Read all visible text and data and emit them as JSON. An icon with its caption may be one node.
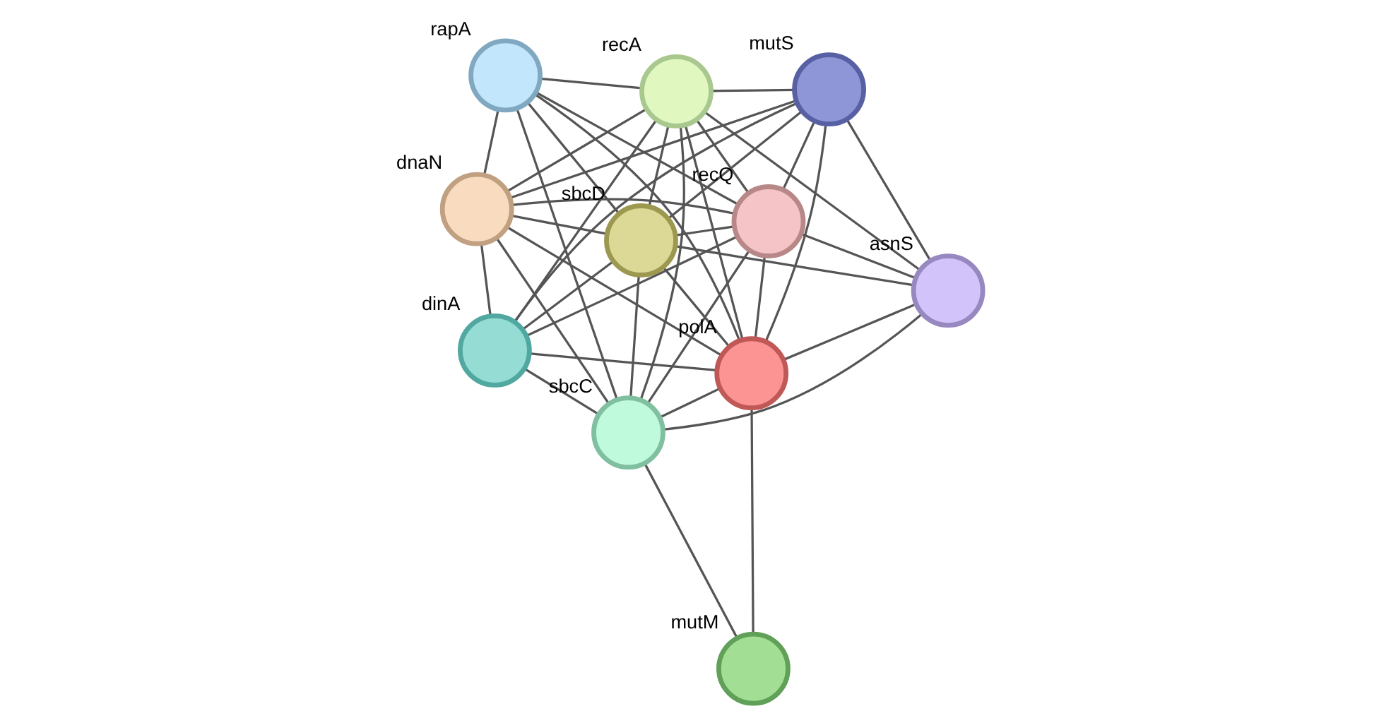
{
  "diagram": {
    "nodes": [
      {
        "text": [],
        "shape": "circle",
        "beside": [
          "dnaN"
        ]
      },
      {
        "text": [],
        "shape": "circle",
        "beside": [
          "mutS"
        ]
      },
      {
        "text": [],
        "shape": "circle",
        "beside": [
          "dinA"
        ]
      },
      {
        "text": [],
        "shape": "circle",
        "beside": [
          "rapA"
        ]
      },
      {
        "text": [],
        "shape": "circle",
        "beside": [
          "recA"
        ]
      },
      {
        "text": [],
        "shape": "circle",
        "beside": [
          "recQ"
        ]
      },
      {
        "text": [],
        "shape": "circle",
        "beside": [
          "sbcD"
        ]
      },
      {
        "text": [],
        "shape": "circle",
        "beside": [
          "polA"
        ]
      },
      {
        "text": [],
        "shape": "circle",
        "beside": [
          "sbcC"
        ]
      },
      {
        "text": [],
        "shape": "circle",
        "beside": [
          "asnS"
        ]
      },
      {
        "text": [],
        "shape": "circle",
        "beside": [
          "mutM"
        ]
      }
    ],
    "edges": [
      {
        "from": 0,
        "to": 1,
        "arrow": "none"
      },
      {
        "from": 0,
        "to": 2,
        "arrow": "none"
      },
      {
        "from": 0,
        "to": 3,
        "arrow": "none"
      },
      {
        "from": 0,
        "to": 4,
        "arrow": "none"
      },
      {
        "from": 0,
        "to": 5,
        "arrow": "none"
      },
      {
        "from": 0,
        "to": 6,
        "arrow": "none"
      },
      {
        "from": 0,
        "to": 7,
        "arrow": "none"
      },
      {
        "from": 0,
        "to": 8,
        "arrow": "none"
      },
      {
        "from": 1,
        "to": 2,
        "arrow": "none"
      },
      {
        "from": 1,
        "to": 4,
        "arrow": "none"
      },
      {
        "from": 1,
        "to": 5,
        "arrow": "none"
      },
      {
        "from": 1,
        "to": 6,
        "arrow": "none"
      },
      {
        "from": 1,
        "to": 7,
        "arrow": "none"
      },
      {
        "from": 1,
        "to": 9,
        "arrow": "none"
      },
      {
        "from": 2,
        "to": 4,
        "arrow": "none"
      },
      {
        "from": 2,
        "to": 5,
        "arrow": "none"
      },
      {
        "from": 2,
        "to": 6,
        "arrow": "none"
      },
      {
        "from": 2,
        "to": 7,
        "arrow": "none"
      },
      {
        "from": 2,
        "to": 8,
        "arrow": "none"
      },
      {
        "from": 3,
        "to": 4,
        "arrow": "none"
      },
      {
        "from": 3,
        "to": 5,
        "arrow": "none"
      },
      {
        "from": 3,
        "to": 6,
        "arrow": "none"
      },
      {
        "from": 3,
        "to": 7,
        "arrow": "none"
      },
      {
        "from": 3,
        "to": 8,
        "arrow": "none"
      },
      {
        "from": 4,
        "to": 5,
        "arrow": "none"
      },
      {
        "from": 4,
        "to": 6,
        "arrow": "none"
      },
      {
        "from": 4,
        "to": 7,
        "arrow": "none"
      },
      {
        "from": 4,
        "to": 8,
        "arrow": "none"
      },
      {
        "from": 4,
        "to": 9,
        "arrow": "none"
      },
      {
        "from": 5,
        "to": 6,
        "arrow": "none"
      },
      {
        "from": 5,
        "to": 7,
        "arrow": "none"
      },
      {
        "from": 5,
        "to": 8,
        "arrow": "none"
      },
      {
        "from": 5,
        "to": 9,
        "arrow": "none"
      },
      {
        "from": 6,
        "to": 7,
        "arrow": "none"
      },
      {
        "from": 6,
        "to": 8,
        "arrow": "none"
      },
      {
        "from": 6,
        "to": 9,
        "arrow": "none"
      },
      {
        "from": 7,
        "to": 8,
        "arrow": "none"
      },
      {
        "from": 7,
        "to": 9,
        "arrow": "none"
      },
      {
        "from": 7,
        "to": 10,
        "arrow": "none"
      },
      {
        "from": 8,
        "to": 9,
        "arrow": "none"
      },
      {
        "from": 8,
        "to": 10,
        "arrow": "none"
      }
    ]
  }
}
